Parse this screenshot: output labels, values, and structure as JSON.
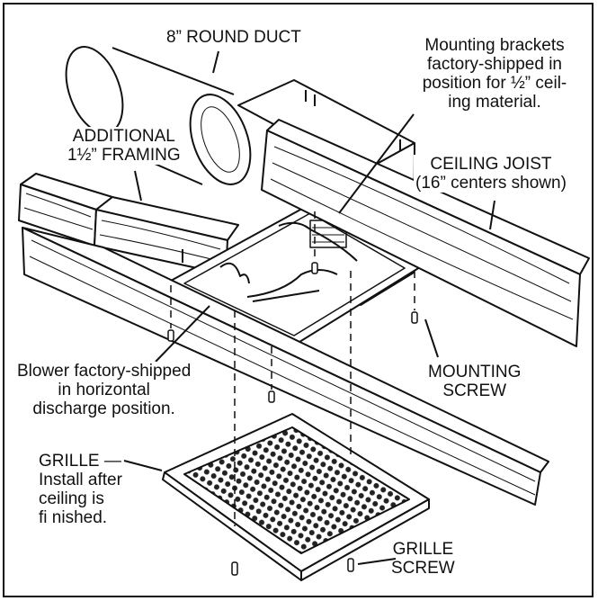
{
  "labels": {
    "round_duct": "8” ROUND DUCT",
    "brackets": "Mounting brackets\nfactory-shipped in\nposition for ½” ceil-\ning material.",
    "framing": "ADDITIONAL\n1½” FRAMING",
    "joist": "CEILING JOIST\n(16” centers shown)",
    "blower": "Blower factory-shipped\nin horizontal\ndischarge position.",
    "mounting_screw": "MOUNTING\nSCREW",
    "grille": "GRILLE —\nInstall after\nceiling is\nfi nished.",
    "grille_screw": "GRILLE\nSCREW"
  }
}
